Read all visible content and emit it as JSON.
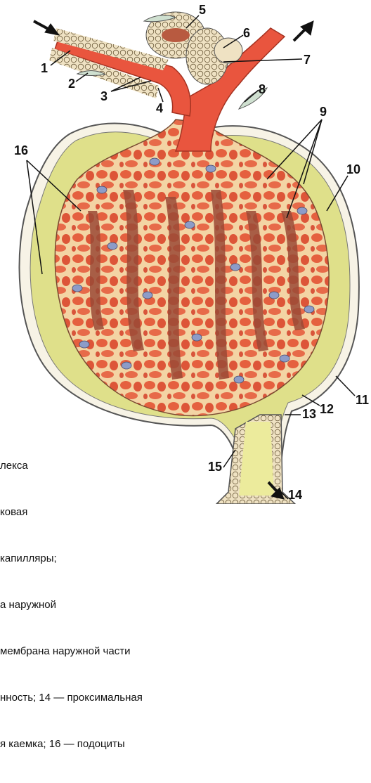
{
  "figure": {
    "labels": [
      "1",
      "2",
      "3",
      "4",
      "5",
      "6",
      "7",
      "8",
      "9",
      "10",
      "11",
      "12",
      "13",
      "14",
      "15",
      "16"
    ],
    "caption_lines": [
      "лекса",
      "ковая",
      "капилляры;",
      "а наружной",
      "мембрана наружной части",
      "нность; 14 — проксимальная",
      "я каемка; 16 — подоциты"
    ],
    "colors": {
      "capsule_fill": "#dfe08a",
      "capillary": "#e8664a",
      "podocyte": "#f3cf9e",
      "nucleus": "#8d9cc8",
      "arteriole": "#e9553e",
      "cells": "#efe2c3"
    }
  }
}
